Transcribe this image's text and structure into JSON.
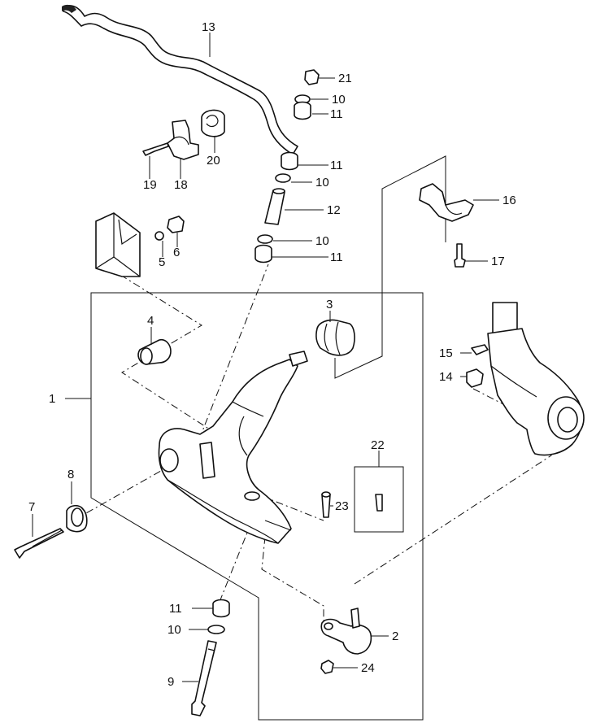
{
  "callouts": [
    {
      "id": "c1",
      "label": "1"
    },
    {
      "id": "c2",
      "label": "2"
    },
    {
      "id": "c3",
      "label": "3"
    },
    {
      "id": "c4",
      "label": "4"
    },
    {
      "id": "c5",
      "label": "5"
    },
    {
      "id": "c6",
      "label": "6"
    },
    {
      "id": "c7",
      "label": "7"
    },
    {
      "id": "c8",
      "label": "8"
    },
    {
      "id": "c9",
      "label": "9"
    },
    {
      "id": "c10a",
      "label": "10"
    },
    {
      "id": "c10b",
      "label": "10"
    },
    {
      "id": "c10c",
      "label": "10"
    },
    {
      "id": "c10d",
      "label": "10"
    },
    {
      "id": "c11a",
      "label": "11"
    },
    {
      "id": "c11b",
      "label": "11"
    },
    {
      "id": "c11c",
      "label": "11"
    },
    {
      "id": "c11d",
      "label": "11"
    },
    {
      "id": "c12",
      "label": "12"
    },
    {
      "id": "c13",
      "label": "13"
    },
    {
      "id": "c14",
      "label": "14"
    },
    {
      "id": "c15",
      "label": "15"
    },
    {
      "id": "c16",
      "label": "16"
    },
    {
      "id": "c17",
      "label": "17"
    },
    {
      "id": "c18",
      "label": "18"
    },
    {
      "id": "c19",
      "label": "19"
    },
    {
      "id": "c20",
      "label": "20"
    },
    {
      "id": "c21",
      "label": "21"
    },
    {
      "id": "c22",
      "label": "22"
    },
    {
      "id": "c23",
      "label": "23"
    },
    {
      "id": "c24",
      "label": "24"
    }
  ]
}
